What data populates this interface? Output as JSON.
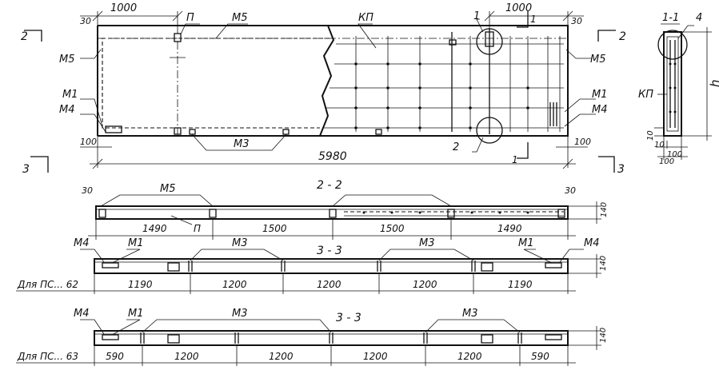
{
  "plan": {
    "dim_1000_left": "1000",
    "dim_1000_right": "1000",
    "dim_30_left": "30",
    "dim_30_right": "30",
    "dim_100_left": "100",
    "dim_100_right": "100",
    "dim_total": "5980",
    "label_p": "П",
    "label_m5_top": "М5",
    "label_kp": "КП",
    "label_m5_left": "М5",
    "label_m5_right": "М5",
    "label_m1_left": "М1",
    "label_m4_left": "М4",
    "label_m1_right": "М1",
    "label_m4_right": "М4",
    "label_m3": "М3",
    "callout_1": "1",
    "callout_2": "2",
    "section_2_left": "2",
    "section_2_right": "2",
    "section_3_left": "3",
    "section_3_right": "3",
    "section_1_top": "1",
    "section_1_bottom": "1"
  },
  "section_1_1": {
    "title": "1-1",
    "label_4": "4",
    "label_kp": "КП",
    "label_h": "h",
    "dim_10_a": "10",
    "dim_10_b": "10",
    "dim_100_a": "100",
    "dim_100_b": "100"
  },
  "section_2_2": {
    "title": "2 - 2",
    "label_m5": "М5",
    "label_p": "П",
    "dim_30_left": "30",
    "dim_30_right": "30",
    "dim_height": "140",
    "spans": [
      "1490",
      "1500",
      "1500",
      "1490"
    ]
  },
  "section_3_3_a": {
    "title": "3 - 3",
    "caption": "Для ПС... 62",
    "label_m4_left": "М4",
    "label_m1_left": "М1",
    "label_m3_left": "М3",
    "label_m3_right": "М3",
    "label_m1_right": "М1",
    "label_m4_right": "М4",
    "dim_height": "140",
    "spans": [
      "1190",
      "1200",
      "1200",
      "1200",
      "1190"
    ]
  },
  "section_3_3_b": {
    "title": "3 - 3",
    "caption": "Для ПС... 63",
    "label_m4": "М4",
    "label_m1": "М1",
    "label_m3_left": "М3",
    "label_m3_right": "М3",
    "dim_height": "140",
    "spans": [
      "590",
      "1200",
      "1200",
      "1200",
      "1200",
      "590"
    ]
  }
}
